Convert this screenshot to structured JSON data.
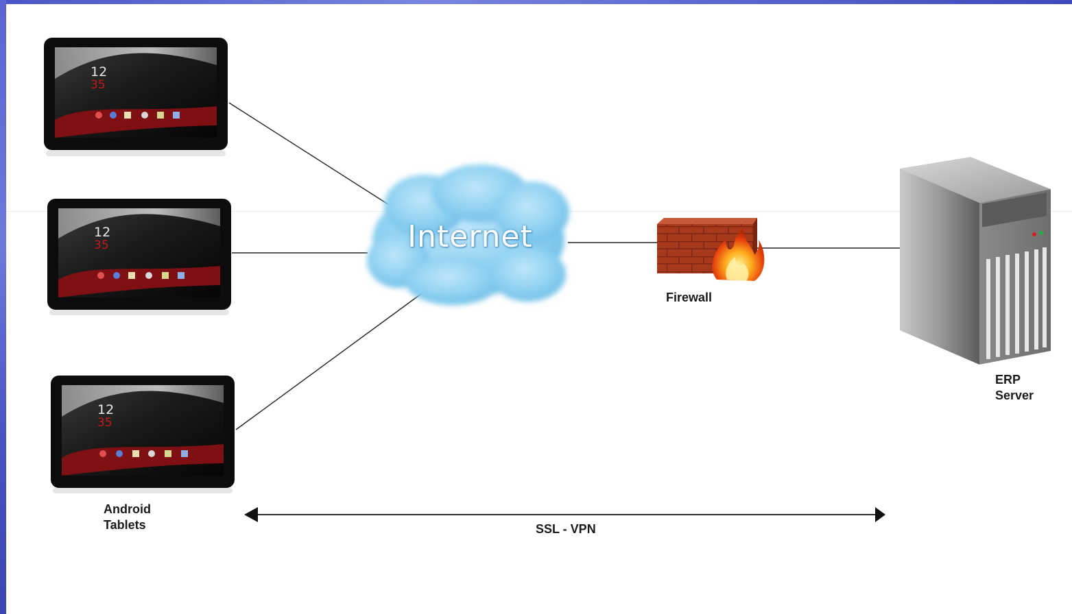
{
  "nodes": {
    "tablets_label": "Android\nTablets",
    "internet_label": "Internet",
    "firewall_label": "Firewall",
    "server_label": "ERP\nServer"
  },
  "connection": {
    "label": "SSL - VPN"
  },
  "tablet_screen": {
    "clock_hour": "12",
    "clock_minute": "35"
  },
  "colors": {
    "slide_frame": "#5a63cf",
    "cloud": "#7cc8ee",
    "firewall_brick": "#a23a1f",
    "server_body": "#7a7a7a"
  }
}
